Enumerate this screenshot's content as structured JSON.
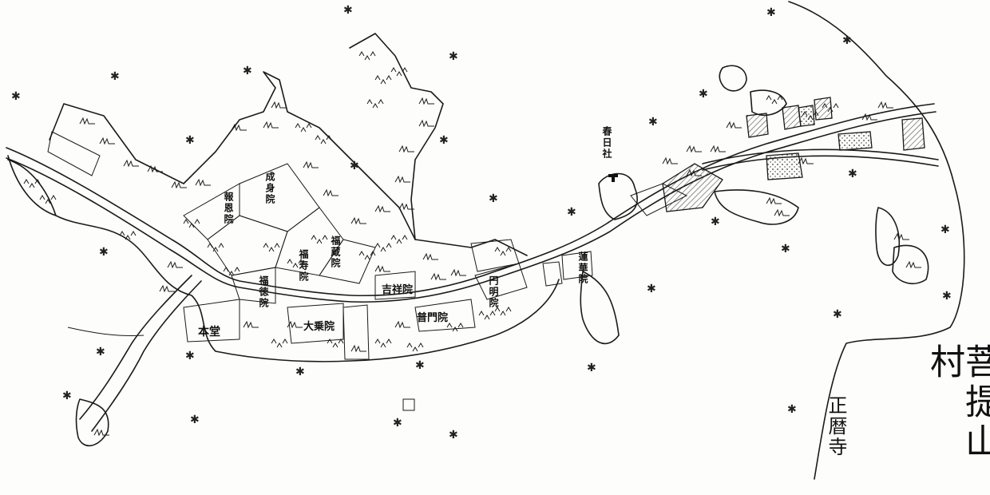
{
  "map": {
    "title": "菩提山村",
    "temple_main": "正暦寺",
    "shrine": "春日社",
    "hall_main": "本堂",
    "sub_temples": [
      "成身院",
      "報恩院",
      "福蔵院",
      "福寿院",
      "福徳院",
      "吉祥院",
      "大乗院",
      "普門院",
      "円明院",
      "蓮華院"
    ],
    "colors": {
      "ink": "#1a1a1a",
      "paper": "#fdfdfb"
    }
  }
}
